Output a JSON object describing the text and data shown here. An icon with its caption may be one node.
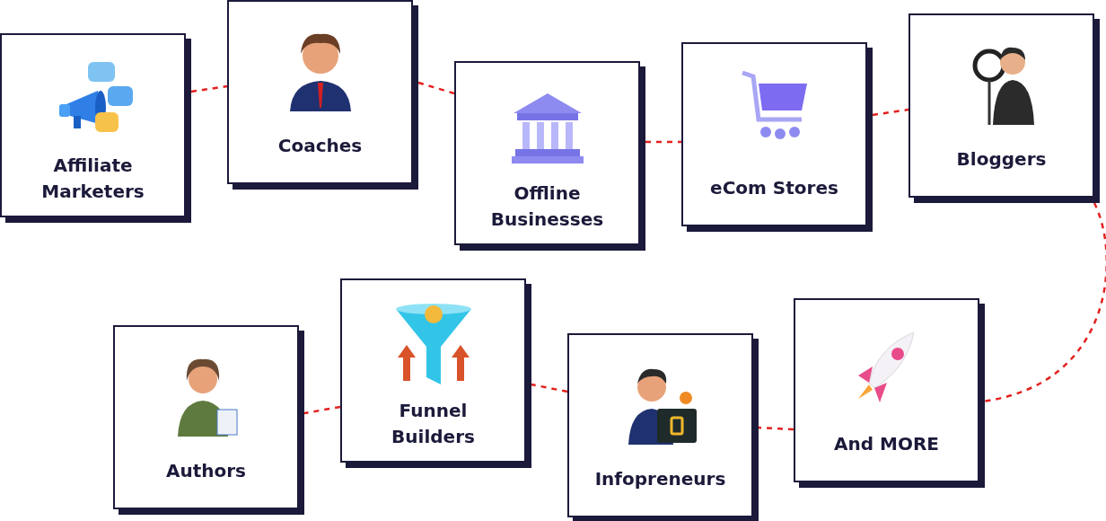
{
  "diagram": {
    "nodes": [
      {
        "text": [
          "Affiliate Marketers"
        ]
      },
      {
        "text": [
          "Coaches"
        ]
      },
      {
        "text": [
          "Offline Businesses"
        ]
      },
      {
        "text": [
          "eCom Stores"
        ]
      },
      {
        "text": [
          "Bloggers"
        ]
      },
      {
        "text": [
          "And MORE"
        ]
      },
      {
        "text": [
          "Infopreneurs"
        ]
      },
      {
        "text": [
          "Funnel Builders"
        ]
      },
      {
        "text": [
          "Authors"
        ]
      }
    ],
    "edges": [
      {
        "from": 0,
        "to": 1,
        "arrow": "none",
        "style": "dashed",
        "color": "#e3211f"
      },
      {
        "from": 1,
        "to": 2,
        "arrow": "none",
        "style": "dashed",
        "color": "#e3211f"
      },
      {
        "from": 2,
        "to": 3,
        "arrow": "none",
        "style": "dashed",
        "color": "#e3211f"
      },
      {
        "from": 3,
        "to": 4,
        "arrow": "none",
        "style": "dashed",
        "color": "#e3211f"
      },
      {
        "from": 4,
        "to": 5,
        "arrow": "none",
        "style": "dashed",
        "color": "#e3211f"
      },
      {
        "from": 5,
        "to": 6,
        "arrow": "none",
        "style": "dashed",
        "color": "#e3211f"
      },
      {
        "from": 6,
        "to": 7,
        "arrow": "none",
        "style": "dashed",
        "color": "#e3211f"
      },
      {
        "from": 7,
        "to": 8,
        "arrow": "none",
        "style": "dashed",
        "color": "#e3211f"
      }
    ]
  }
}
